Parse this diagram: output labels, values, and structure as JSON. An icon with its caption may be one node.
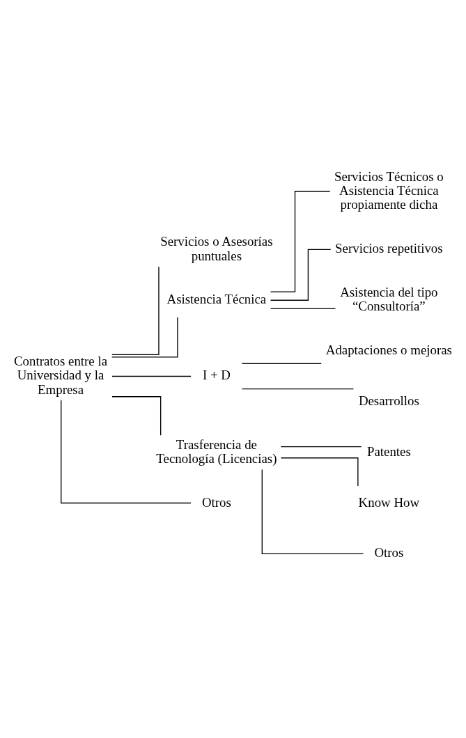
{
  "diagram": {
    "nodes": [
      {
        "text": [
          "Contratos entre la Universidad y la Empresa"
        ]
      },
      {
        "text": [
          "Servicios o Asesorías puntuales"
        ]
      },
      {
        "text": [
          "Asistencia Técnica"
        ]
      },
      {
        "text": [
          "Servicios Técnicos o Asistencia Técnica propiamente dicha"
        ]
      },
      {
        "text": [
          "Servicios repetitivos"
        ]
      },
      {
        "text": [
          "Asistencia del tipo “Consultoría”"
        ]
      },
      {
        "text": [
          "I + D"
        ]
      },
      {
        "text": [
          "Adaptaciones o mejoras"
        ]
      },
      {
        "text": [
          "Desarrollos"
        ]
      },
      {
        "text": [
          "Trasferencia de Tecnología (Licencias)"
        ]
      },
      {
        "text": [
          "Patentes"
        ]
      },
      {
        "text": [
          "Know How"
        ]
      },
      {
        "text": [
          "Otros"
        ]
      },
      {
        "text": [
          "Otros"
        ]
      }
    ],
    "edges": [
      {
        "from": 0,
        "to": 1,
        "arrow": "none"
      },
      {
        "from": 0,
        "to": 2,
        "arrow": "none"
      },
      {
        "from": 0,
        "to": 6,
        "arrow": "none"
      },
      {
        "from": 0,
        "to": 9,
        "arrow": "none"
      },
      {
        "from": 0,
        "to": 13,
        "arrow": "none"
      },
      {
        "from": 2,
        "to": 3,
        "arrow": "none"
      },
      {
        "from": 2,
        "to": 4,
        "arrow": "none"
      },
      {
        "from": 2,
        "to": 5,
        "arrow": "none"
      },
      {
        "from": 6,
        "to": 7,
        "arrow": "none"
      },
      {
        "from": 6,
        "to": 8,
        "arrow": "none"
      },
      {
        "from": 9,
        "to": 10,
        "arrow": "none"
      },
      {
        "from": 9,
        "to": 11,
        "arrow": "none"
      },
      {
        "from": 9,
        "to": 12,
        "arrow": "none"
      }
    ]
  }
}
